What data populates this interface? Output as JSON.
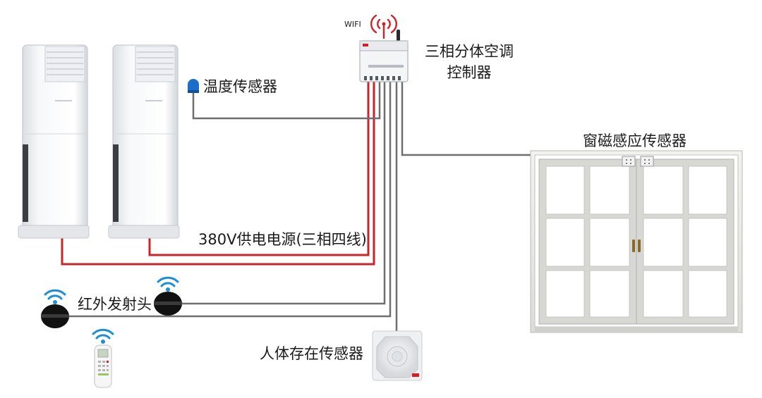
{
  "labels": {
    "wifi": "WIFI",
    "controller_line1": "三相分体空调",
    "controller_line2": "控制器",
    "temp_sensor": "温度传感器",
    "window_sensor": "窗磁感应传感器",
    "power": "380V供电电源(三相四线)",
    "ir_emitter": "红外发射头",
    "presence_sensor": "人体存在传感器"
  },
  "colors": {
    "power_wire": "#c8252a",
    "signal_wire": "#6f6f6f",
    "wifi_blue": "#1c8fd6",
    "wifi_red": "#d32027",
    "sensor_blue": "#1c6fc9"
  },
  "icons": {
    "wifi_signal": "wifi-icon",
    "controller": "controller-box-icon",
    "ac_unit": "floor-ac-unit-icon",
    "temperature_sensor": "temperature-probe-icon",
    "ir_emitter": "ir-emitter-icon",
    "remote": "remote-control-icon",
    "window": "window-icon",
    "presence_sensor": "presence-sensor-icon"
  }
}
